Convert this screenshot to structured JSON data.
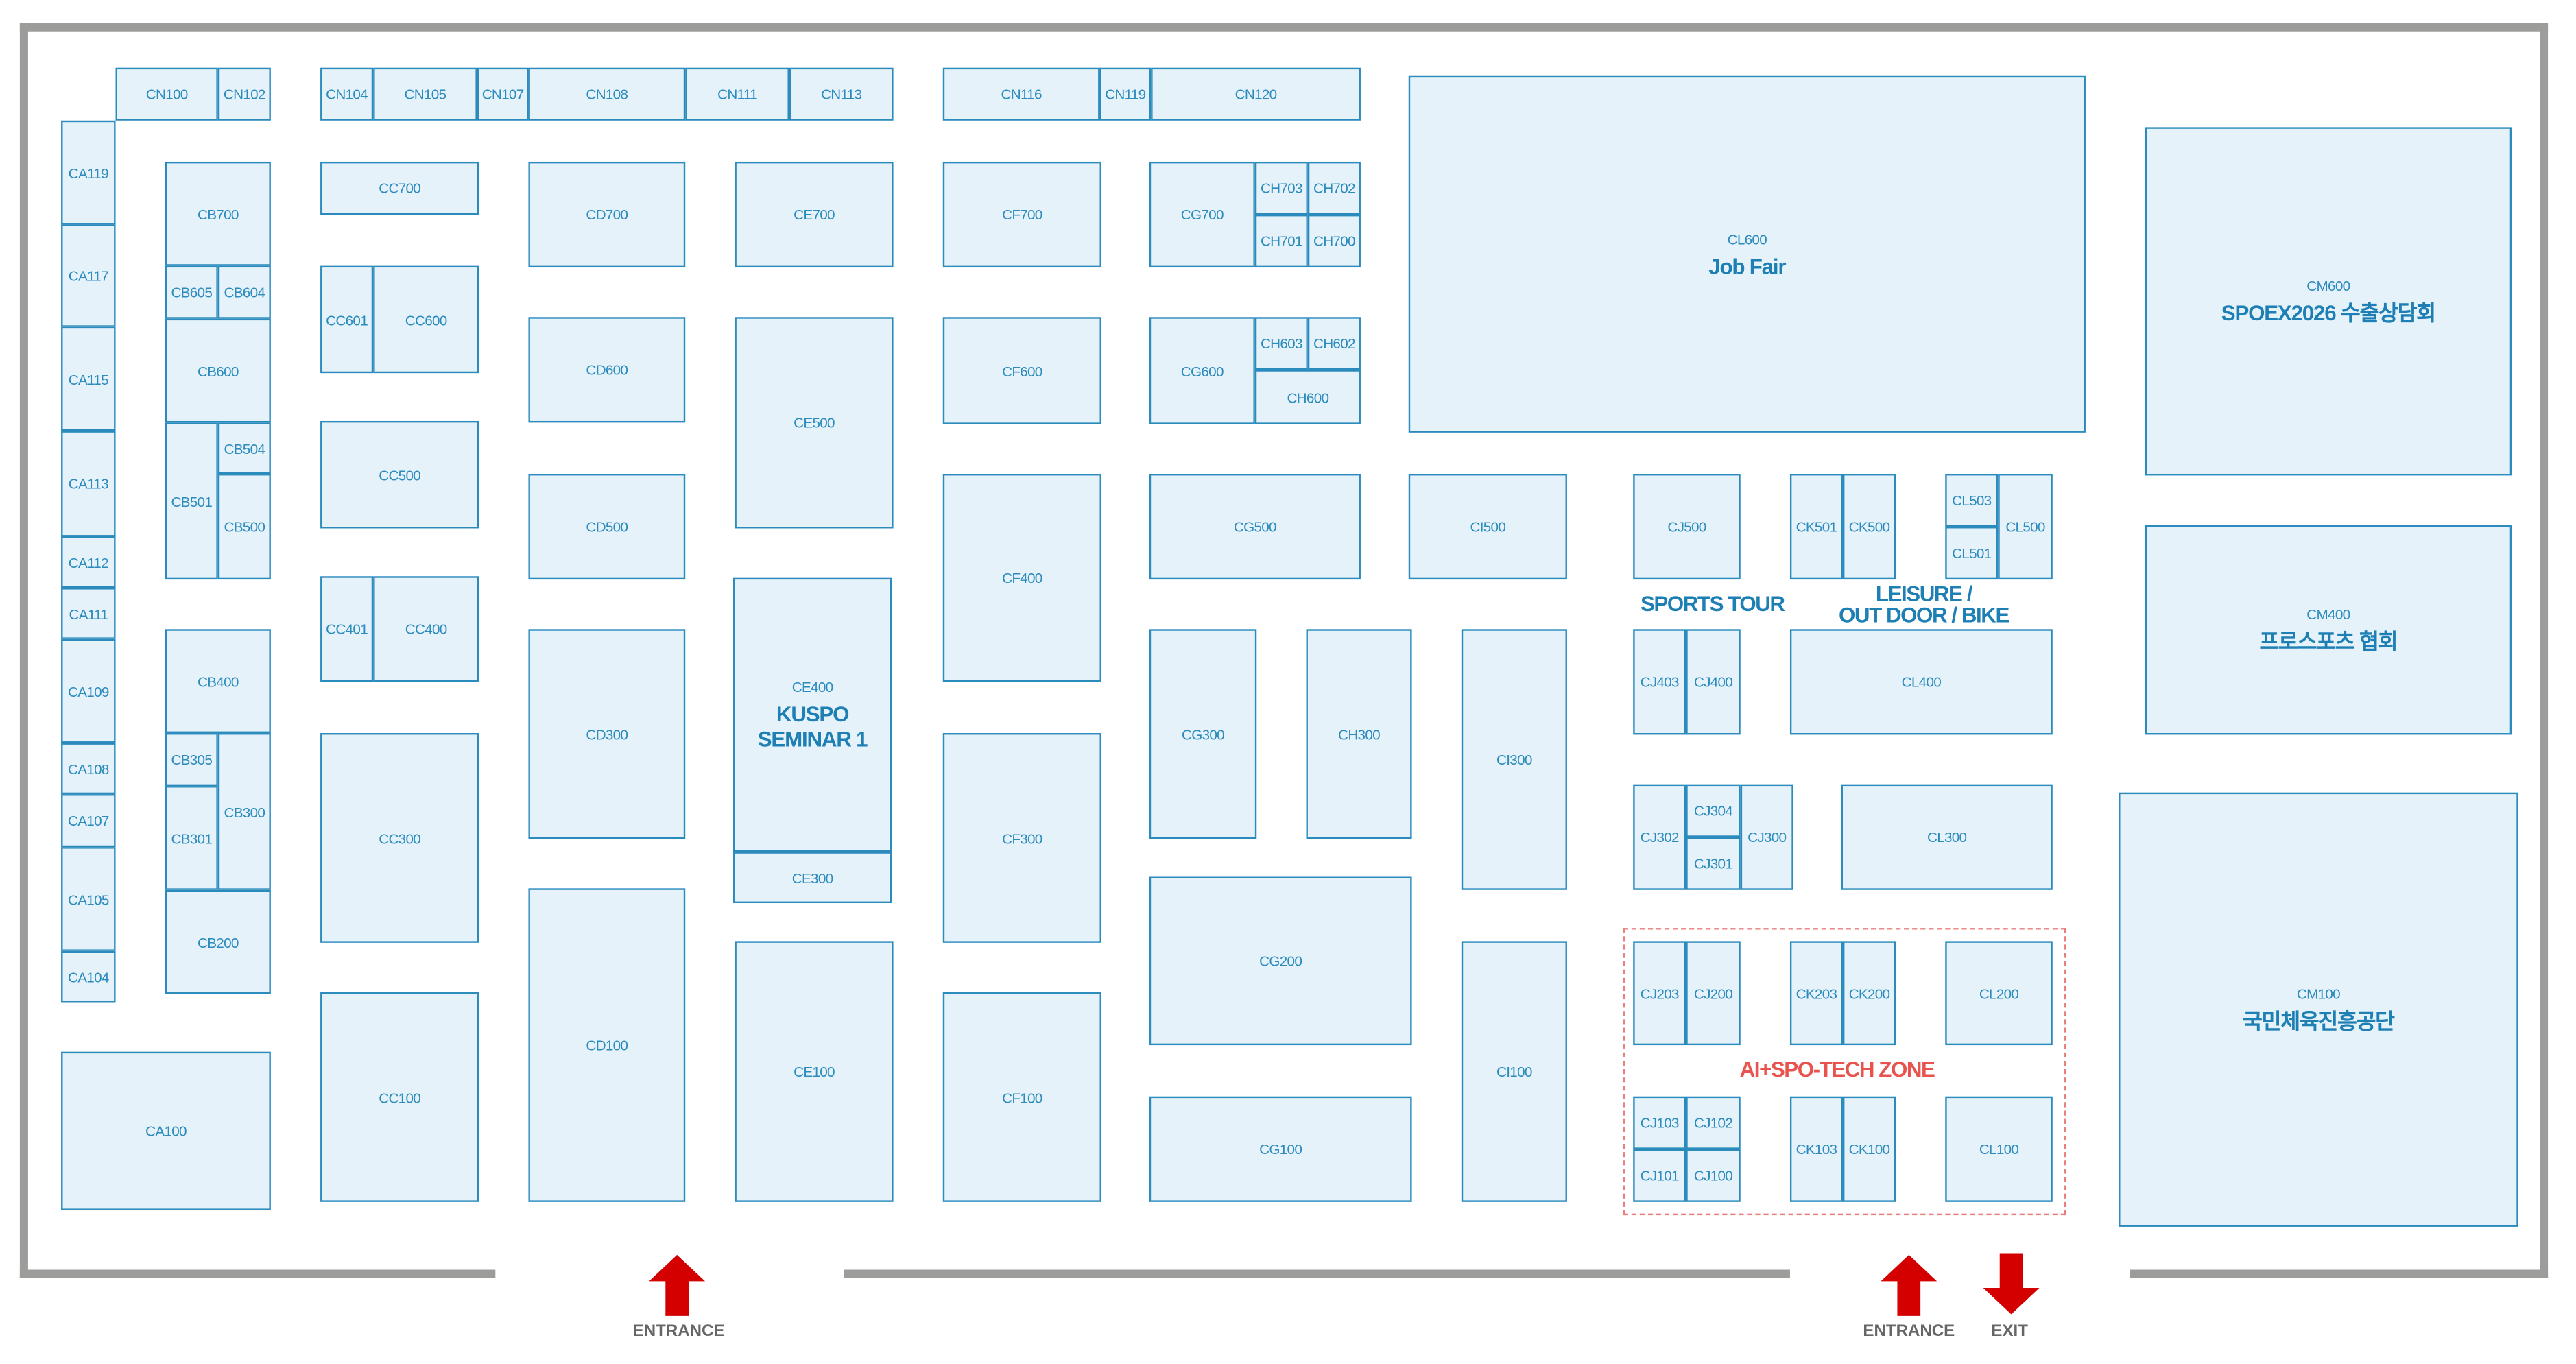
{
  "booths": [
    {
      "id": "CN100"
    },
    {
      "id": "CN102"
    },
    {
      "id": "CN104"
    },
    {
      "id": "CN105"
    },
    {
      "id": "CN107"
    },
    {
      "id": "CN108"
    },
    {
      "id": "CN111"
    },
    {
      "id": "CN113"
    },
    {
      "id": "CN116"
    },
    {
      "id": "CN119"
    },
    {
      "id": "CN120"
    },
    {
      "id": "CA119"
    },
    {
      "id": "CA117"
    },
    {
      "id": "CA115"
    },
    {
      "id": "CA113"
    },
    {
      "id": "CA112"
    },
    {
      "id": "CA111"
    },
    {
      "id": "CA109"
    },
    {
      "id": "CA108"
    },
    {
      "id": "CA107"
    },
    {
      "id": "CA105"
    },
    {
      "id": "CA104"
    },
    {
      "id": "CA100"
    },
    {
      "id": "CB700"
    },
    {
      "id": "CB605"
    },
    {
      "id": "CB604"
    },
    {
      "id": "CB600"
    },
    {
      "id": "CB501"
    },
    {
      "id": "CB504"
    },
    {
      "id": "CB500"
    },
    {
      "id": "CB400"
    },
    {
      "id": "CB305"
    },
    {
      "id": "CB301"
    },
    {
      "id": "CB300"
    },
    {
      "id": "CB200"
    },
    {
      "id": "CC700"
    },
    {
      "id": "CC601"
    },
    {
      "id": "CC600"
    },
    {
      "id": "CC500"
    },
    {
      "id": "CC401"
    },
    {
      "id": "CC400"
    },
    {
      "id": "CC300"
    },
    {
      "id": "CC100"
    },
    {
      "id": "CD700"
    },
    {
      "id": "CD600"
    },
    {
      "id": "CD500"
    },
    {
      "id": "CD300"
    },
    {
      "id": "CD100"
    },
    {
      "id": "CE700"
    },
    {
      "id": "CE500"
    },
    {
      "id": "CE400",
      "title": "KUSPO\nSEMINAR 1"
    },
    {
      "id": "CE300"
    },
    {
      "id": "CE100"
    },
    {
      "id": "CF700"
    },
    {
      "id": "CF600"
    },
    {
      "id": "CF400"
    },
    {
      "id": "CF300"
    },
    {
      "id": "CF100"
    },
    {
      "id": "CG700"
    },
    {
      "id": "CH703"
    },
    {
      "id": "CH702"
    },
    {
      "id": "CH701"
    },
    {
      "id": "CH700"
    },
    {
      "id": "CG600"
    },
    {
      "id": "CH603"
    },
    {
      "id": "CH602"
    },
    {
      "id": "CH600"
    },
    {
      "id": "CG500"
    },
    {
      "id": "CG300"
    },
    {
      "id": "CH300"
    },
    {
      "id": "CG200"
    },
    {
      "id": "CG100"
    },
    {
      "id": "CI500"
    },
    {
      "id": "CI300"
    },
    {
      "id": "CI100"
    },
    {
      "id": "CL600",
      "title": "Job Fair"
    },
    {
      "id": "CJ500"
    },
    {
      "id": "CK501"
    },
    {
      "id": "CK500"
    },
    {
      "id": "CL503"
    },
    {
      "id": "CL501"
    },
    {
      "id": "CL500"
    },
    {
      "id": "CJ403"
    },
    {
      "id": "CJ400"
    },
    {
      "id": "CL400"
    },
    {
      "id": "CJ302"
    },
    {
      "id": "CJ304"
    },
    {
      "id": "CJ301"
    },
    {
      "id": "CJ300"
    },
    {
      "id": "CL300"
    },
    {
      "id": "CJ203"
    },
    {
      "id": "CJ200"
    },
    {
      "id": "CK203"
    },
    {
      "id": "CK200"
    },
    {
      "id": "CL200"
    },
    {
      "id": "CJ103"
    },
    {
      "id": "CJ102"
    },
    {
      "id": "CJ101"
    },
    {
      "id": "CJ100"
    },
    {
      "id": "CK103"
    },
    {
      "id": "CK100"
    },
    {
      "id": "CL100"
    },
    {
      "id": "CM600",
      "title": "SPOEX2026 수출상담회"
    },
    {
      "id": "CM400",
      "title": "프로스포츠 협회"
    },
    {
      "id": "CM100",
      "title": "국민체육진흥공단"
    }
  ],
  "zones": {
    "sports_tour": "SPORTS TOUR",
    "leisure": "LEISURE /\nOUT DOOR / BIKE",
    "ai_zone": "AI+SPO-TECH ZONE"
  },
  "doors": {
    "entrance_1": "ENTRANCE",
    "entrance_2": "ENTRANCE",
    "exit": "EXIT"
  },
  "colors": {
    "booth_fill": "#e5f2fa",
    "booth_border": "#2b8bbd",
    "ai_zone": "#e8534e",
    "arrow": "#d40000",
    "wall": "#9c9c9a"
  }
}
